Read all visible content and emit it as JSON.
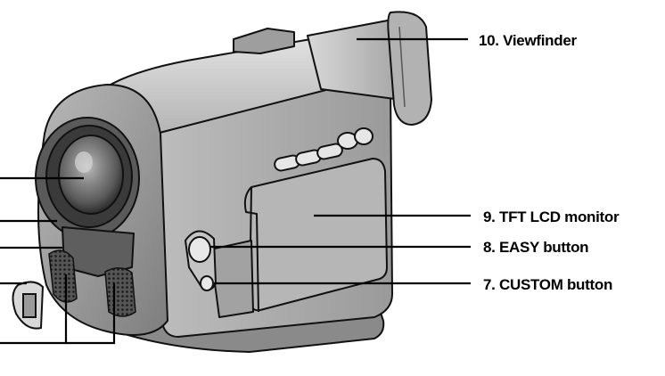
{
  "callouts": {
    "viewfinder": "10. Viewfinder",
    "lcd_monitor": "9. TFT LCD monitor",
    "easy_button": "8. EASY button",
    "custom_button": "7. CUSTOM button"
  },
  "colors": {
    "body_light": "#c9c9c9",
    "body_mid": "#a8a8a8",
    "body_dark": "#6e6e6e",
    "outline": "#111111",
    "lens_dark": "#2e2e2e",
    "grip_dark": "#4a4a4a"
  }
}
